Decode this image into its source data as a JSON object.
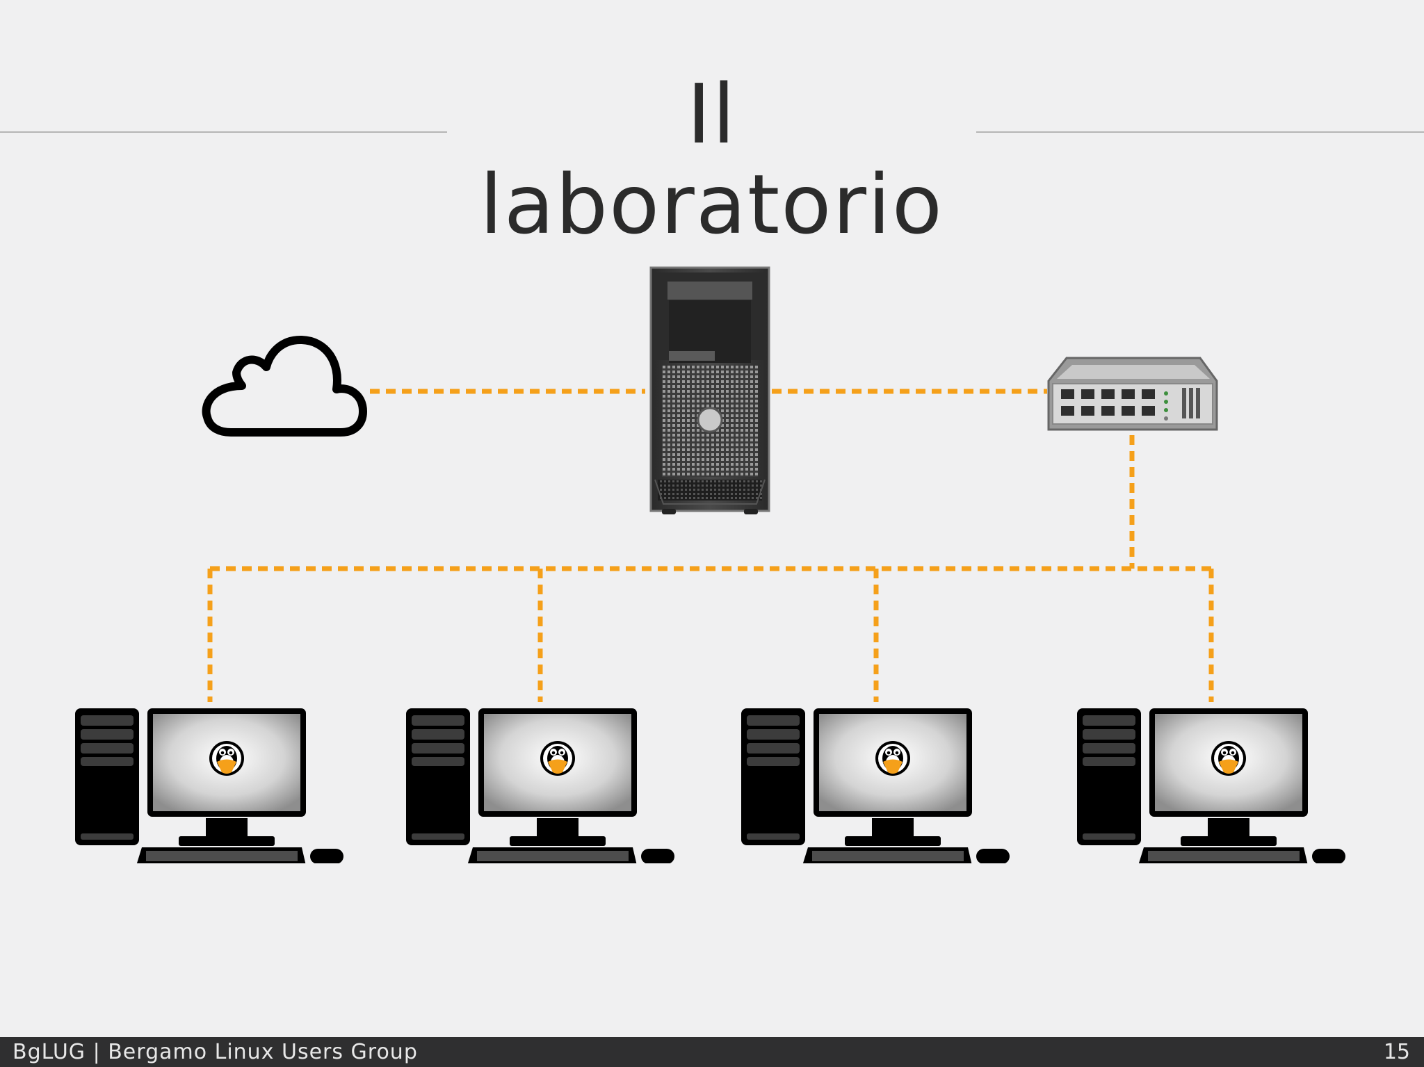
{
  "slide": {
    "title": "Il laboratorio",
    "footer": "BgLUG | Bergamo Linux Users Group",
    "page_number": "15"
  },
  "diagram": {
    "nodes": [
      {
        "id": "internet",
        "icon": "cloud-icon"
      },
      {
        "id": "server",
        "icon": "server-tower-icon"
      },
      {
        "id": "switch",
        "icon": "network-switch-icon"
      },
      {
        "id": "workstation-1",
        "icon": "linux-workstation-icon"
      },
      {
        "id": "workstation-2",
        "icon": "linux-workstation-icon"
      },
      {
        "id": "workstation-3",
        "icon": "linux-workstation-icon"
      },
      {
        "id": "workstation-4",
        "icon": "linux-workstation-icon"
      }
    ],
    "connections": [
      [
        "internet",
        "server"
      ],
      [
        "server",
        "switch"
      ],
      [
        "switch",
        "workstation-1"
      ],
      [
        "switch",
        "workstation-2"
      ],
      [
        "switch",
        "workstation-3"
      ],
      [
        "switch",
        "workstation-4"
      ]
    ],
    "colors": {
      "link": "#f5a01a",
      "background": "#f0f0f1",
      "footer_bar": "#2f2f30"
    }
  }
}
